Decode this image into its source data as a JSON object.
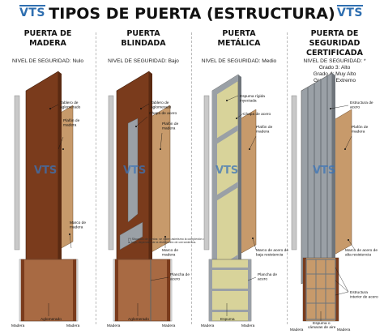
{
  "header": {
    "title": "TIPOS DE PUERTA (ESTRUCTURA)",
    "logo": "VTS",
    "watermark": "VTS"
  },
  "colors": {
    "wood_dark": "#7a3b1c",
    "wood_mid": "#a86a43",
    "wood_panel": "#c79a6b",
    "frame_grey": "#c9c9c9",
    "steel": "#9aa0a6",
    "foam": "#d8d39a",
    "logo_blue": "#2f6fb0"
  },
  "columns": [
    {
      "title_lines": [
        "PUERTA DE",
        "MADERA"
      ],
      "level_lines": [
        "NIVEL DE SEGURIDAD: Nulo"
      ],
      "labels": {
        "board": [
          "Tablero de",
          "aglomerado"
        ],
        "panel": [
          "Plafón de",
          "madera"
        ],
        "frame": [
          "Marco de",
          "madera"
        ]
      },
      "section": {
        "center": "Aglomerado",
        "left": "Madera",
        "right": "Madera"
      }
    },
    {
      "title_lines": [
        "PUERTA",
        "BLINDADA"
      ],
      "level_lines": [
        "NIVEL DE SEGURIDAD: Bajo"
      ],
      "labels": {
        "board": [
          "Tablero de",
          "aglomerado"
        ],
        "steel": [
          "Chapa de acero"
        ],
        "panel": [
          "Plafón de",
          "madera"
        ],
        "frame": [
          "Marco de",
          "madera"
        ],
        "note": [
          "(*) Situación de puntos: se visten asimismo la complexión de",
          "la hoja, dependen de la distribución de cerramientos."
        ],
        "plate": [
          "Plancha de",
          "acero"
        ]
      },
      "section": {
        "left": "Madera",
        "center": "Aglomerado",
        "right": "Madera"
      }
    },
    {
      "title_lines": [
        "PUERTA",
        "METÁLICA"
      ],
      "level_lines": [
        "NIVEL DE SEGURIDAD: Medio"
      ],
      "labels": {
        "foam": [
          "Espuma rígida",
          "inyectada"
        ],
        "steel": [
          "Chapa de acero"
        ],
        "panel": [
          "Plafón de",
          "madera"
        ],
        "frame": [
          "Marco de acero de",
          "baja resistencia"
        ],
        "plate": [
          "Plancha de",
          "acero"
        ]
      },
      "section": {
        "center": "Espuma",
        "left": "Madera",
        "right": "Madera"
      }
    },
    {
      "title_lines": [
        "PUERTA DE",
        "SEGURIDAD",
        "CERTIFICADA"
      ],
      "level_lines": [
        "NIVEL DE SEGURIDAD: *",
        "Grado 3: Alto",
        "Grado 4: Muy Alto",
        "Grado 5: Extremo"
      ],
      "labels": {
        "structure": [
          "Estructura de",
          "acero"
        ],
        "panel": [
          "Plafón de",
          "madera"
        ],
        "frame": [
          "Marco de acero de",
          "alta resistencia"
        ],
        "inner": [
          "Estructura",
          "interior de acero"
        ]
      },
      "section": {
        "center_lines": [
          "Espuma o",
          "cámaras de aire"
        ],
        "left": "Madera",
        "right": "Madera"
      }
    }
  ]
}
